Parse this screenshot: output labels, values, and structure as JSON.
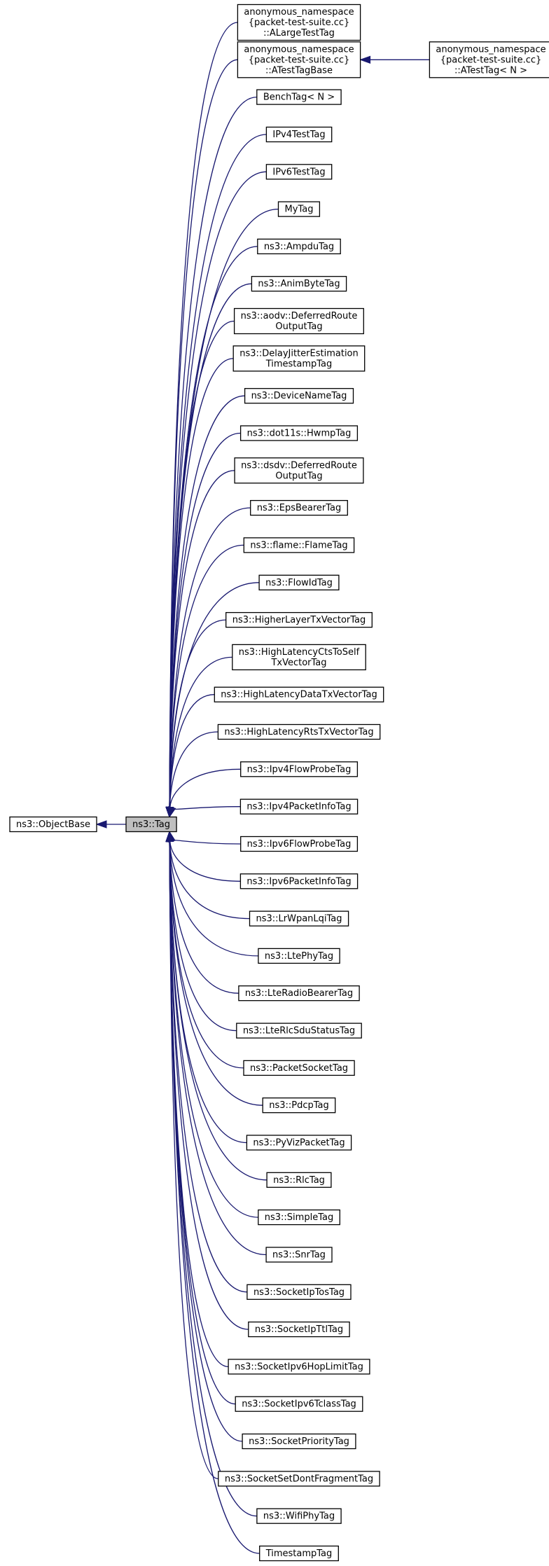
{
  "diagram": {
    "type": "inheritance-graph",
    "colors": {
      "edge": "#191970",
      "box_border": "#000000",
      "focus_fill": "#bfbfbf",
      "box_fill": "#ffffff"
    },
    "root": {
      "id": "objectbase",
      "lines": [
        "ns3::ObjectBase"
      ]
    },
    "focus": {
      "id": "tag",
      "lines": [
        "ns3::Tag"
      ]
    },
    "children": [
      {
        "id": "alargetesttag",
        "lines": [
          "anonymous_namespace",
          "{packet-test-suite.cc}",
          "::ALargeTestTag"
        ]
      },
      {
        "id": "atesttagbase",
        "lines": [
          "anonymous_namespace",
          "{packet-test-suite.cc}",
          "::ATestTagBase"
        ],
        "children": [
          {
            "id": "atesttag",
            "lines": [
              "anonymous_namespace",
              "{packet-test-suite.cc}",
              "::ATestTag< N >"
            ]
          }
        ]
      },
      {
        "id": "benchtag",
        "lines": [
          "BenchTag< N >"
        ]
      },
      {
        "id": "ipv4testtag",
        "lines": [
          "IPv4TestTag"
        ]
      },
      {
        "id": "ipv6testtag",
        "lines": [
          "IPv6TestTag"
        ]
      },
      {
        "id": "mytag",
        "lines": [
          "MyTag"
        ]
      },
      {
        "id": "ampdutag",
        "lines": [
          "ns3::AmpduTag"
        ]
      },
      {
        "id": "animbytetag",
        "lines": [
          "ns3::AnimByteTag"
        ]
      },
      {
        "id": "aodv-deferredrouteoutputtag",
        "lines": [
          "ns3::aodv::DeferredRoute",
          "OutputTag"
        ]
      },
      {
        "id": "delayjitterestimationtimestamptag",
        "lines": [
          "ns3::DelayJitterEstimation",
          "TimestampTag"
        ]
      },
      {
        "id": "devicenametag",
        "lines": [
          "ns3::DeviceNameTag"
        ]
      },
      {
        "id": "dot11s-hwmptag",
        "lines": [
          "ns3::dot11s::HwmpTag"
        ]
      },
      {
        "id": "dsdv-deferredrouteoutputtag",
        "lines": [
          "ns3::dsdv::DeferredRoute",
          "OutputTag"
        ]
      },
      {
        "id": "epsbearertag",
        "lines": [
          "ns3::EpsBearerTag"
        ]
      },
      {
        "id": "flame-flametag",
        "lines": [
          "ns3::flame::FlameTag"
        ]
      },
      {
        "id": "flowidtag",
        "lines": [
          "ns3::FlowIdTag"
        ]
      },
      {
        "id": "higherlayertxvectortag",
        "lines": [
          "ns3::HigherLayerTxVectorTag"
        ]
      },
      {
        "id": "highlatencyctstoselftxvectortag",
        "lines": [
          "ns3::HighLatencyCtsToSelf",
          "TxVectorTag"
        ]
      },
      {
        "id": "highlatencydatatxvectortag",
        "lines": [
          "ns3::HighLatencyDataTxVectorTag"
        ]
      },
      {
        "id": "highlatencyrtstxvectortag",
        "lines": [
          "ns3::HighLatencyRtsTxVectorTag"
        ]
      },
      {
        "id": "ipv4flowprobetag",
        "lines": [
          "ns3::Ipv4FlowProbeTag"
        ]
      },
      {
        "id": "ipv4packetinfotag",
        "lines": [
          "ns3::Ipv4PacketInfoTag"
        ]
      },
      {
        "id": "ipv6flowprobetag",
        "lines": [
          "ns3::Ipv6FlowProbeTag"
        ]
      },
      {
        "id": "ipv6packetinfotag",
        "lines": [
          "ns3::Ipv6PacketInfoTag"
        ]
      },
      {
        "id": "lrwpanlqitag",
        "lines": [
          "ns3::LrWpanLqiTag"
        ]
      },
      {
        "id": "ltephytag",
        "lines": [
          "ns3::LtePhyTag"
        ]
      },
      {
        "id": "lteradiobearertag",
        "lines": [
          "ns3::LteRadioBearerTag"
        ]
      },
      {
        "id": "lterlcsdustatustag",
        "lines": [
          "ns3::LteRlcSduStatusTag"
        ]
      },
      {
        "id": "packetsockettag",
        "lines": [
          "ns3::PacketSocketTag"
        ]
      },
      {
        "id": "pdcptag",
        "lines": [
          "ns3::PdcpTag"
        ]
      },
      {
        "id": "pyvizpackettag",
        "lines": [
          "ns3::PyVizPacketTag"
        ]
      },
      {
        "id": "rlctag",
        "lines": [
          "ns3::RlcTag"
        ]
      },
      {
        "id": "simpletag",
        "lines": [
          "ns3::SimpleTag"
        ]
      },
      {
        "id": "snrtag",
        "lines": [
          "ns3::SnrTag"
        ]
      },
      {
        "id": "socketiptostag",
        "lines": [
          "ns3::SocketIpTosTag"
        ]
      },
      {
        "id": "socketipttltag",
        "lines": [
          "ns3::SocketIpTtlTag"
        ]
      },
      {
        "id": "socketipv6hoplimittag",
        "lines": [
          "ns3::SocketIpv6HopLimitTag"
        ]
      },
      {
        "id": "socketipv6tclasstag",
        "lines": [
          "ns3::SocketIpv6TclassTag"
        ]
      },
      {
        "id": "socketprioritytag",
        "lines": [
          "ns3::SocketPriorityTag"
        ]
      },
      {
        "id": "socketsetdontfragmenttag",
        "lines": [
          "ns3::SocketSetDontFragmentTag"
        ]
      },
      {
        "id": "wifiphytag",
        "lines": [
          "ns3::WifiPhyTag"
        ]
      },
      {
        "id": "timestamptag",
        "lines": [
          "TimestampTag"
        ]
      }
    ]
  }
}
